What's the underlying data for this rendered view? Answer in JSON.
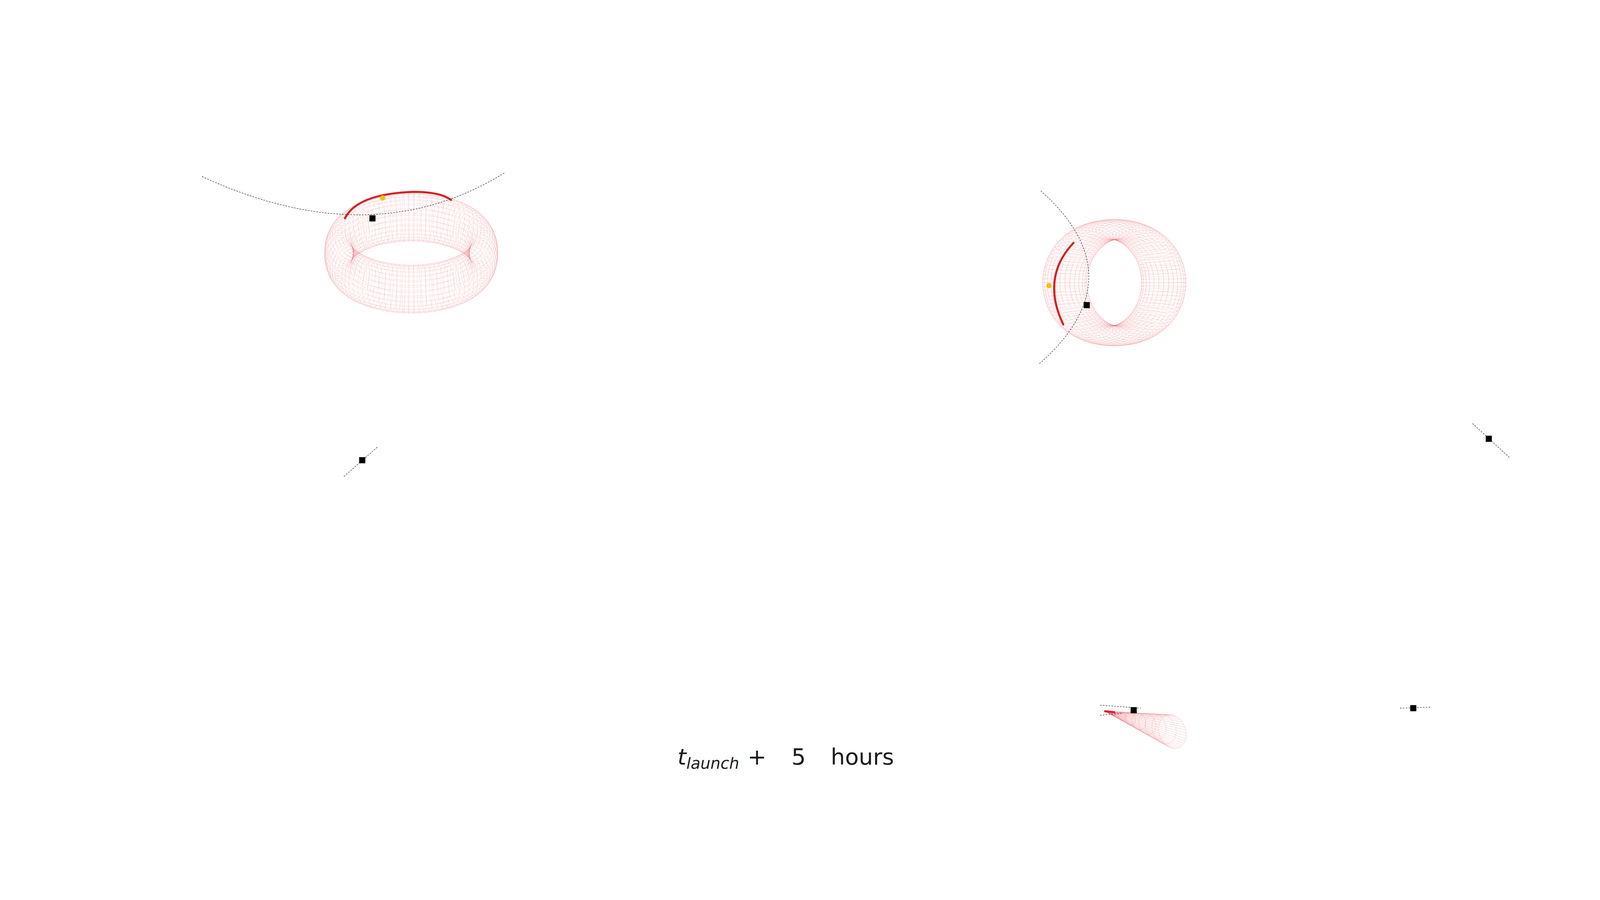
{
  "diagram": {
    "labels": [
      "t",
      "launch",
      "+",
      "5",
      "hours"
    ]
  }
}
